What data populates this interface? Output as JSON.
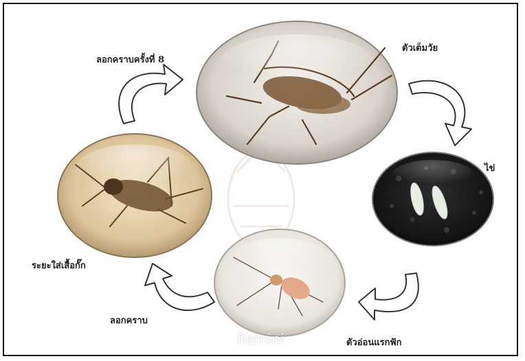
{
  "diagram": {
    "stages": {
      "adult": "ตัวเต็มวัย",
      "egg": "ไข่",
      "first_nymph": "ตัวอ่อนแรกฟัก",
      "molt": "ลอกคราบ",
      "wing_pad": "ระยะใส่เสื้อกั๊ก",
      "molt_8": "ลอกคราบครั้งที่ 8"
    },
    "watermark": "Remini"
  }
}
